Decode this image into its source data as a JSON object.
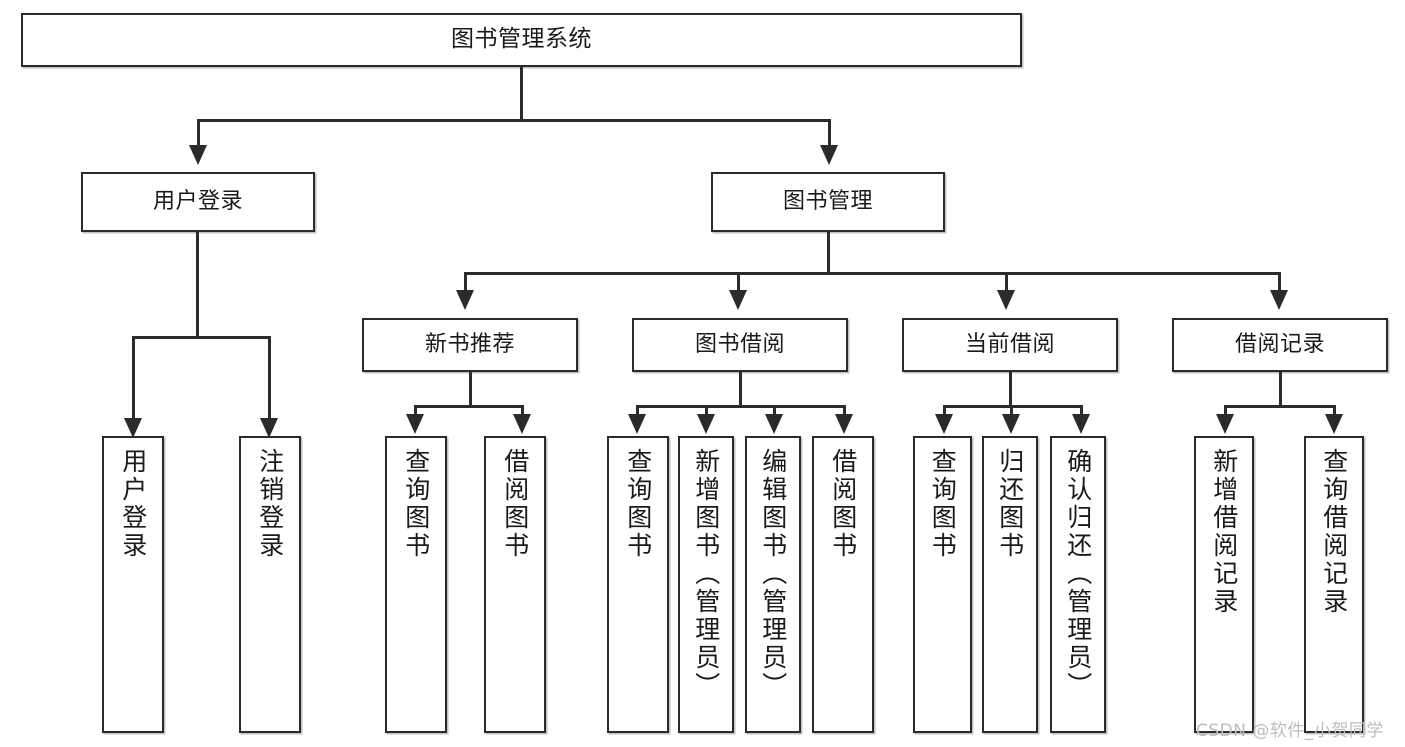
{
  "diagram": {
    "title": "图书管理系统",
    "type": "tree",
    "orientation": "top-down",
    "colors": {
      "stroke": "#2b2b2b",
      "fill": "#ffffff",
      "text": "#1a1a1a",
      "watermark": "#bdbdbd"
    },
    "root": {
      "label": "图书管理系统"
    },
    "level1": [
      {
        "id": "user-login",
        "label": "用户登录"
      },
      {
        "id": "book-manage",
        "label": "图书管理"
      }
    ],
    "level2": [
      {
        "id": "new-book-rec",
        "label": "新书推荐",
        "parent": "book-manage"
      },
      {
        "id": "book-borrow",
        "label": "图书借阅",
        "parent": "book-manage"
      },
      {
        "id": "current-borrow",
        "label": "当前借阅",
        "parent": "book-manage"
      },
      {
        "id": "borrow-record",
        "label": "借阅记录",
        "parent": "book-manage"
      }
    ],
    "leaves": {
      "user-login": [
        {
          "id": "leaf-user-login",
          "label": "用户登录"
        },
        {
          "id": "leaf-user-logout",
          "label": "注销登录"
        }
      ],
      "new-book-rec": [
        {
          "id": "leaf-query-book-1",
          "label": "查询图书"
        },
        {
          "id": "leaf-borrow-book-1",
          "label": "借阅图书"
        }
      ],
      "book-borrow": [
        {
          "id": "leaf-query-book-2",
          "label": "查询图书"
        },
        {
          "id": "leaf-add-book",
          "label": "新增图书（管理员）"
        },
        {
          "id": "leaf-edit-book",
          "label": "编辑图书（管理员）"
        },
        {
          "id": "leaf-borrow-book-2",
          "label": "借阅图书"
        }
      ],
      "current-borrow": [
        {
          "id": "leaf-query-book-3",
          "label": "查询图书"
        },
        {
          "id": "leaf-return-book",
          "label": "归还图书"
        },
        {
          "id": "leaf-confirm-return",
          "label": "确认归还（管理员）"
        }
      ],
      "borrow-record": [
        {
          "id": "leaf-add-record",
          "label": "新增借阅记录"
        },
        {
          "id": "leaf-query-record",
          "label": "查询借阅记录"
        }
      ]
    }
  },
  "watermark": {
    "text": "CSDN @软件_小贺同学"
  }
}
